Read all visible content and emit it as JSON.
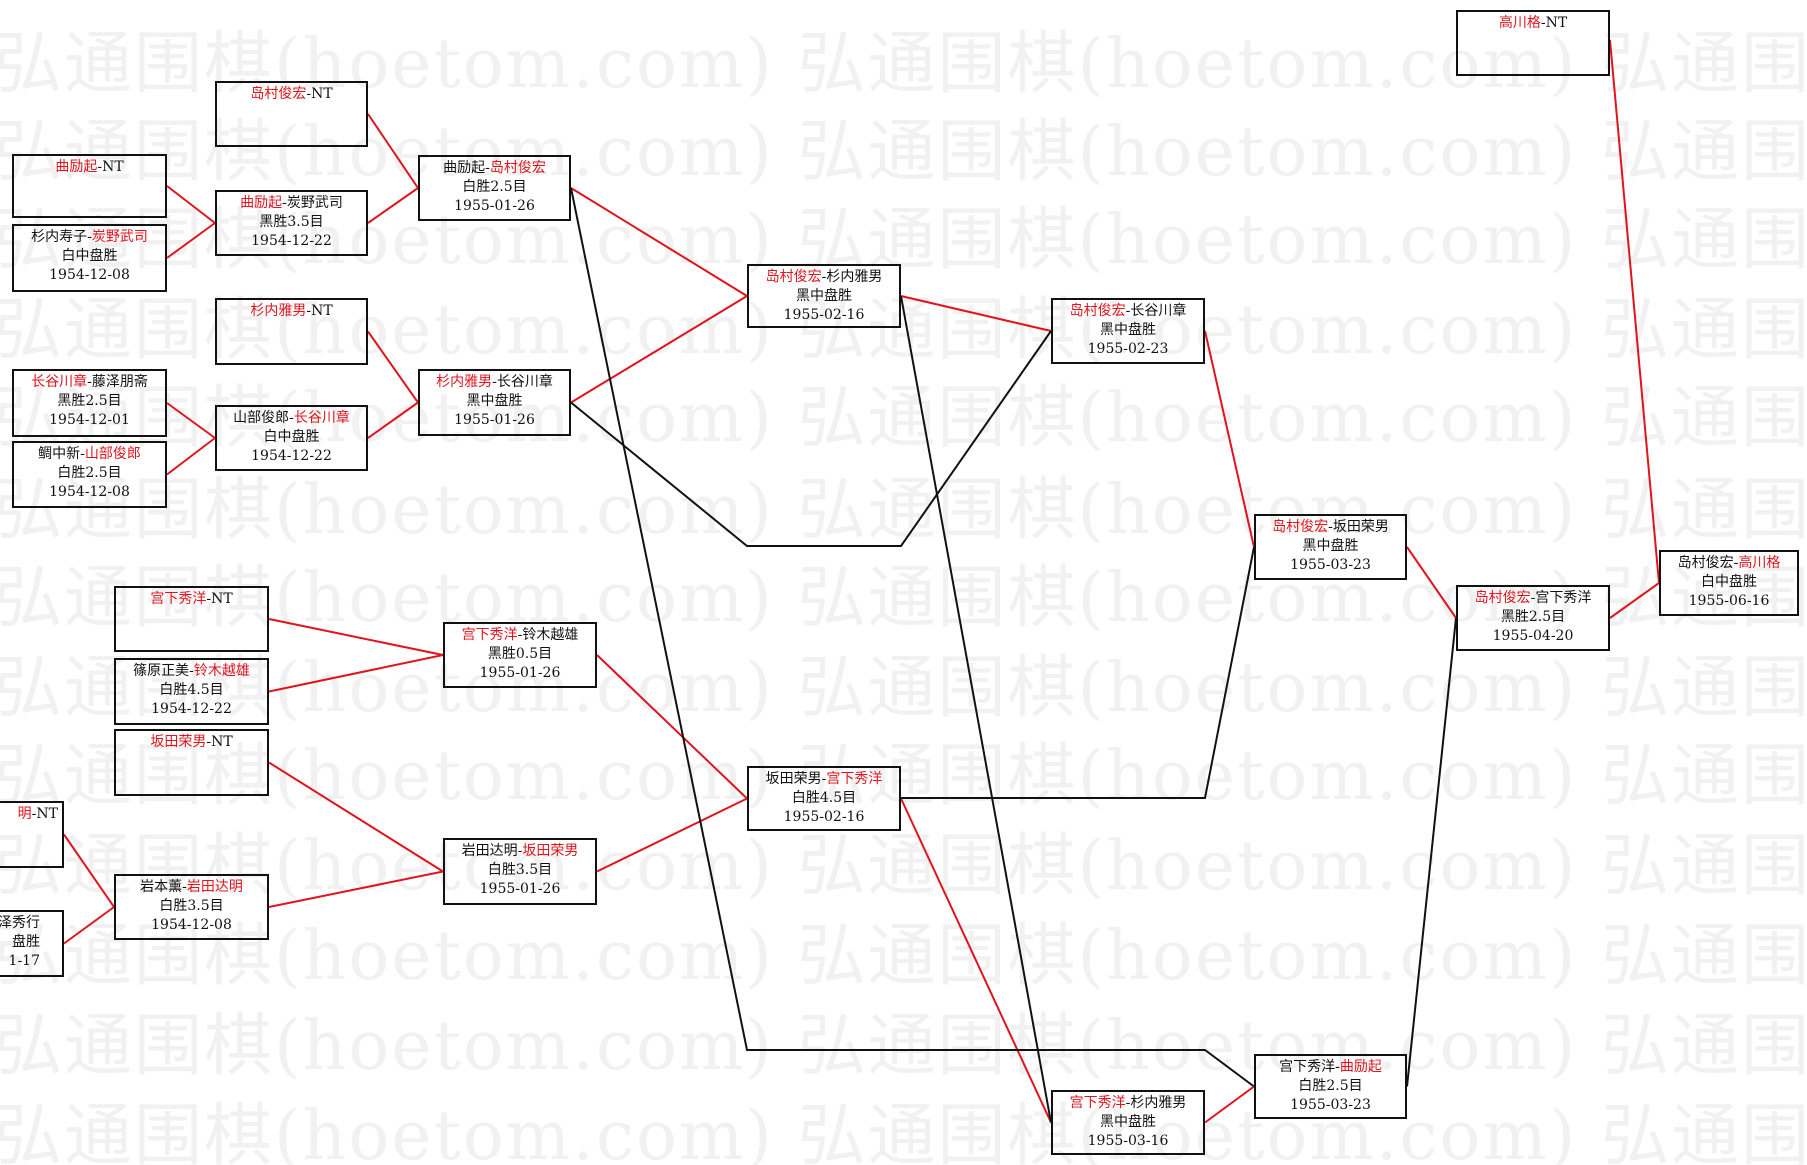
{
  "watermark": "弘通围棋(hoetom.com) 弘通围棋(hoetom.com) 弘通围棋(hoetom.com)",
  "colors": {
    "winner_name": "#e0141c",
    "win_line": "#e0141c",
    "loss_line": "#111111"
  },
  "nodes": [
    {
      "id": "n1",
      "p1": "曲励起",
      "p2": "NT",
      "winner": "p1",
      "result": "",
      "date": ""
    },
    {
      "id": "n2",
      "p1": "杉内寿子",
      "p2": "炭野武司",
      "winner": "p2",
      "result": "白中盘胜",
      "date": "1954-12-08"
    },
    {
      "id": "n3",
      "p1": "长谷川章",
      "p2": "藤泽朋斋",
      "winner": "p1",
      "result": "黑胜2.5目",
      "date": "1954-12-01"
    },
    {
      "id": "n4",
      "p1": "鲷中新",
      "p2": "山部俊郎",
      "winner": "p2",
      "result": "白胜2.5目",
      "date": "1954-12-08"
    },
    {
      "id": "n5",
      "p1": "岛村俊宏",
      "p2": "NT",
      "winner": "p1",
      "result": "",
      "date": ""
    },
    {
      "id": "n6",
      "p1": "曲励起",
      "p2": "炭野武司",
      "winner": "p1",
      "result": "黑胜3.5目",
      "date": "1954-12-22"
    },
    {
      "id": "n7",
      "p1": "杉内雅男",
      "p2": "NT",
      "winner": "p1",
      "result": "",
      "date": ""
    },
    {
      "id": "n8",
      "p1": "山部俊郎",
      "p2": "长谷川章",
      "winner": "p2",
      "result": "白中盘胜",
      "date": "1954-12-22"
    },
    {
      "id": "n9",
      "p1": "曲励起",
      "p2": "岛村俊宏",
      "winner": "p2",
      "result": "白胜2.5目",
      "date": "1955-01-26"
    },
    {
      "id": "n10",
      "p1": "杉内雅男",
      "p2": "长谷川章",
      "winner": "p1",
      "result": "黑中盘胜",
      "date": "1955-01-26"
    },
    {
      "id": "n11",
      "p1": "宫下秀洋",
      "p2": "NT",
      "winner": "p1",
      "result": "",
      "date": ""
    },
    {
      "id": "n12",
      "p1": "篠原正美",
      "p2": "铃木越雄",
      "winner": "p2",
      "result": "白胜4.5目",
      "date": "1954-12-22"
    },
    {
      "id": "n13",
      "p1": "坂田荣男",
      "p2": "NT",
      "winner": "p1",
      "result": "",
      "date": ""
    },
    {
      "id": "n14",
      "p1": "",
      "p2": "",
      "winner": "",
      "result": "",
      "date": "",
      "left_clip": "",
      "right_clip": "明-NT"
    },
    {
      "id": "n15",
      "p1": "",
      "p2": "",
      "winner": "",
      "result": "",
      "date": "",
      "line1_clip": "泽秀行",
      "line2_clip": "盘胜",
      "line3_clip": "1-17"
    },
    {
      "id": "n16",
      "p1": "岩本薰",
      "p2": "岩田达明",
      "winner": "p2",
      "result": "白胜3.5目",
      "date": "1954-12-08"
    },
    {
      "id": "n17",
      "p1": "宫下秀洋",
      "p2": "铃木越雄",
      "winner": "p1",
      "result": "黑胜0.5目",
      "date": "1955-01-26"
    },
    {
      "id": "n18",
      "p1": "岩田达明",
      "p2": "坂田荣男",
      "winner": "p2",
      "result": "白胜3.5目",
      "date": "1955-01-26"
    },
    {
      "id": "n19",
      "p1": "岛村俊宏",
      "p2": "杉内雅男",
      "winner": "p1",
      "result": "黑中盘胜",
      "date": "1955-02-16"
    },
    {
      "id": "n20",
      "p1": "坂田荣男",
      "p2": "宫下秀洋",
      "winner": "p2",
      "result": "白胜4.5目",
      "date": "1955-02-16"
    },
    {
      "id": "n21",
      "p1": "岛村俊宏",
      "p2": "长谷川章",
      "winner": "p1",
      "result": "黑中盘胜",
      "date": "1955-02-23"
    },
    {
      "id": "n22",
      "p1": "宫下秀洋",
      "p2": "杉内雅男",
      "winner": "p1",
      "result": "黑中盘胜",
      "date": "1955-03-16"
    },
    {
      "id": "n23",
      "p1": "岛村俊宏",
      "p2": "坂田荣男",
      "winner": "p1",
      "result": "黑中盘胜",
      "date": "1955-03-23"
    },
    {
      "id": "n24",
      "p1": "宫下秀洋",
      "p2": "曲励起",
      "winner": "p2",
      "result": "白胜2.5目",
      "date": "1955-03-23"
    },
    {
      "id": "n25",
      "p1": "岛村俊宏",
      "p2": "宫下秀洋",
      "winner": "p1",
      "result": "黑胜2.5目",
      "date": "1955-04-20"
    },
    {
      "id": "n26",
      "p1": "高川格",
      "p2": "NT",
      "winner": "p1",
      "result": "",
      "date": ""
    },
    {
      "id": "n27",
      "p1": "岛村俊宏",
      "p2": "高川格",
      "winner": "p2",
      "result": "白中盘胜",
      "date": "1955-06-16"
    }
  ]
}
